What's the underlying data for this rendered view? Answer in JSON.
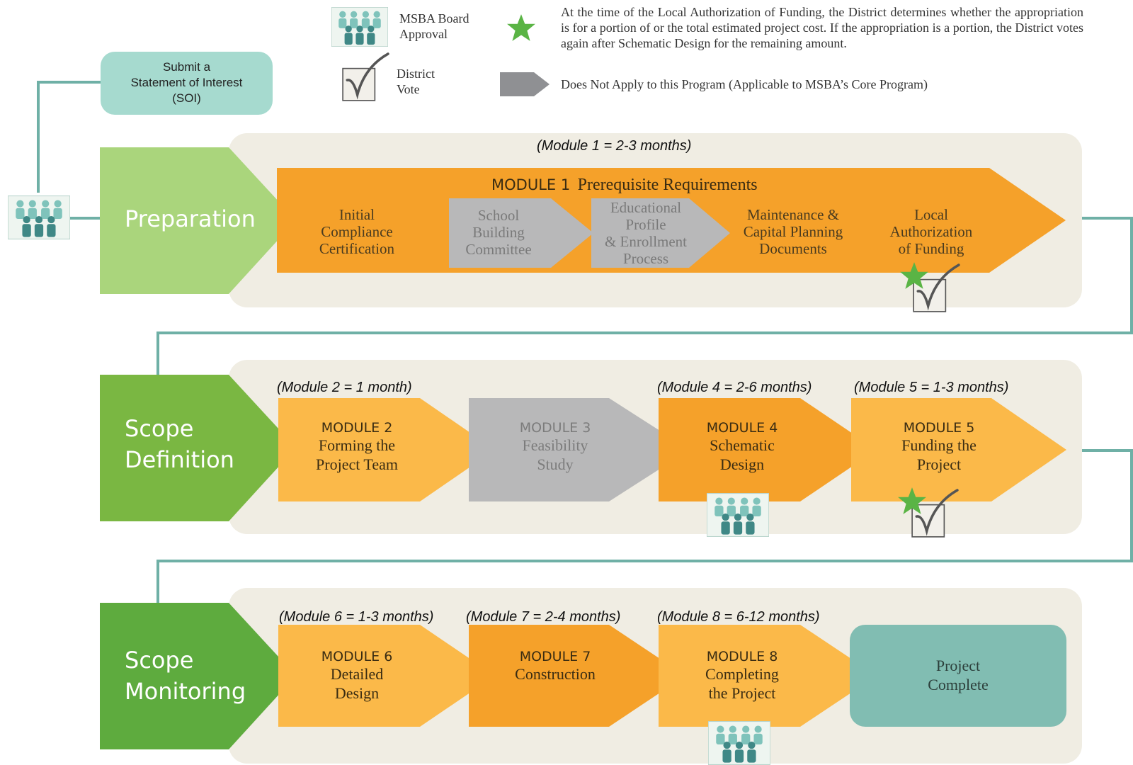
{
  "legend": {
    "board_approval": "MSBA Board\nApproval",
    "district_vote": "District\nVote",
    "star_note": "At the time of the Local Authorization of Funding, the District determines whether the appropriation is for a portion of or the total estimated project cost. If the appropriation is a portion, the District votes again after Schematic Design for the remaining amount.",
    "gray_arrow_note": "Does Not Apply to this Program (Applicable to MSBA’s Core Program)"
  },
  "soi": {
    "label": "Submit a\nStatement of Interest\n(SOI)"
  },
  "phases": {
    "preparation": "Preparation",
    "scope_definition": "Scope\nDefinition",
    "scope_monitoring": "Scope\nMonitoring"
  },
  "module1": {
    "duration": "(Module 1 = 2-3 months)",
    "title_label": "MODULE 1",
    "title_name": "Prerequisite Requirements",
    "steps": [
      "Initial\nCompliance\nCertification",
      "School\nBuilding\nCommittee",
      "Educational\nProfile\n& Enrollment\nProcess",
      "Maintenance &\nCapital Planning\nDocuments",
      "Local\nAuthorization\nof Funding"
    ]
  },
  "row2": {
    "durations": {
      "m2": "(Module 2 = 1 month)",
      "m4": "(Module 4 = 2-6 months)",
      "m5": "(Module 5 = 1-3 months)"
    },
    "modules": [
      {
        "label": "MODULE 2",
        "name": "Forming the\nProject Team"
      },
      {
        "label": "MODULE 3",
        "name": "Feasibility\nStudy"
      },
      {
        "label": "MODULE 4",
        "name": "Schematic\nDesign"
      },
      {
        "label": "MODULE 5",
        "name": "Funding the\nProject"
      }
    ]
  },
  "row3": {
    "durations": {
      "m6": "(Module 6 = 1-3 months)",
      "m7": "(Module 7 = 2-4 months)",
      "m8": "(Module 8 = 6-12 months)"
    },
    "modules": [
      {
        "label": "MODULE 6",
        "name": "Detailed\nDesign"
      },
      {
        "label": "MODULE 7",
        "name": "Construction"
      },
      {
        "label": "MODULE 8",
        "name": "Completing\nthe Project"
      }
    ],
    "complete": "Project\nComplete"
  },
  "colors": {
    "teal_line": "#6fb0a6",
    "orange_dark": "#f5a12a",
    "orange_light": "#fbb949",
    "gray": "#b8b8b9",
    "green_light": "#aad57c",
    "green_mid": "#7ab742",
    "green_dark": "#5eab3e",
    "teal_box": "#81bdb2",
    "soi_box": "#a6dacf",
    "panel": "#f0ede3"
  }
}
